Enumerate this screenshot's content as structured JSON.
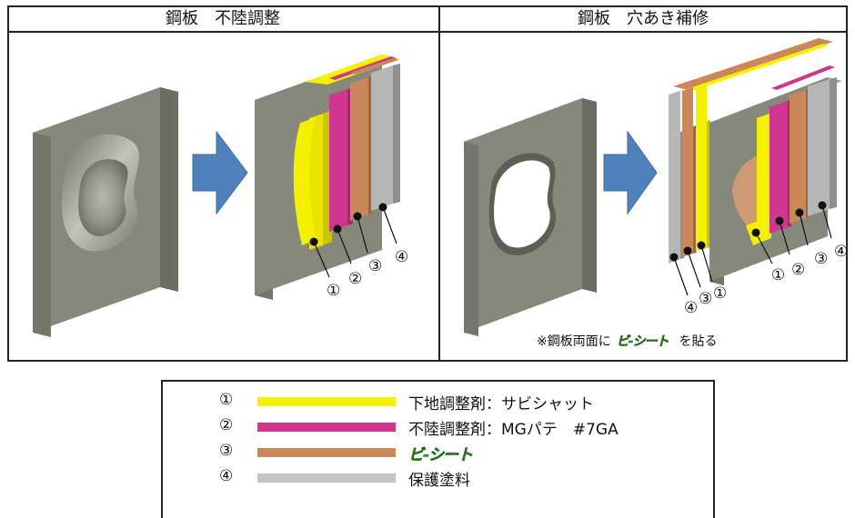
{
  "panels": {
    "left_title": "鋼板　不陸調整",
    "right_title": "鋼板　穴あき補修"
  },
  "callouts": {
    "n1": "①",
    "n2": "②",
    "n3": "③",
    "n4": "④"
  },
  "note": {
    "prefix": "※鋼板両面に",
    "logo": "ビ-シート",
    "suffix": "を貼る"
  },
  "legend": {
    "items": [
      {
        "num": "①",
        "color": "#f4f100",
        "label": "下地調整剤：サビシャット"
      },
      {
        "num": "②",
        "color": "#d0368f",
        "label": "不陸調整剤：MGパテ　#7GA"
      },
      {
        "num": "③",
        "color": "#c9875a",
        "label": "ビ-シート",
        "logo": true
      },
      {
        "num": "④",
        "color": "#c4c4c4",
        "label": "保護塗料"
      }
    ]
  },
  "colors": {
    "plate_front": "#85877b",
    "plate_side": "#6a6c61",
    "plate_top": "#9fa195",
    "arrow": "#4f81bd",
    "yellow": "#f4f100",
    "magenta": "#d0368f",
    "brown": "#c9875a",
    "gray": "#b3b3b3"
  }
}
